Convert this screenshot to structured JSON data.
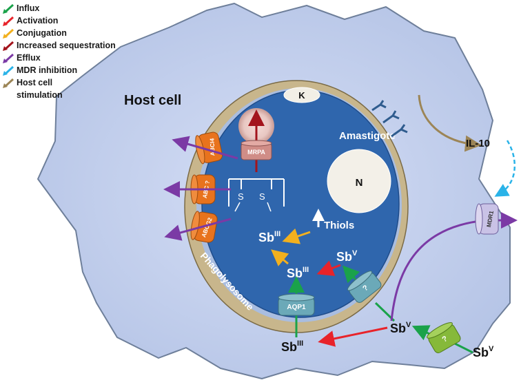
{
  "legend": {
    "items": [
      {
        "label": "Influx",
        "color": "#1aa24a"
      },
      {
        "label": "Activation",
        "color": "#e8232a"
      },
      {
        "label": "Conjugation",
        "color": "#f2b01e"
      },
      {
        "label": "Increased sequestration",
        "color": "#a3141c"
      },
      {
        "label": "Efflux",
        "color": "#7b3aa5"
      },
      {
        "label": "MDR inhibition",
        "color": "#2ab3e8"
      }
    ],
    "last_item": {
      "line1": "Host cell",
      "line2": "stimulation",
      "color": "#9c8556"
    }
  },
  "labels": {
    "host_cell": "Host cell",
    "amastigote": "Amastigote",
    "phagolysosome": "Phagolysosome",
    "kinetoplast": "K",
    "nucleus": "N",
    "il10": "IL-10",
    "thiols": "Thiols",
    "mrpa": "MRPA",
    "mdr1": "MDR1",
    "abci4": "ABCI4",
    "abc_unknown": "ABC ?",
    "abcg2": "ABCG2",
    "aqp1": "AQP1",
    "unknown_transporter": "?",
    "s_left": "S",
    "s_right": "S",
    "sb_base": "Sb",
    "sup_iii": "III",
    "sup_v": "V"
  },
  "colors": {
    "host_fill": "#c2cfec",
    "host_stroke": "#6e7f9a",
    "phago_fill": "#c8b68c",
    "amastigote_fill": "#2f66ad",
    "abc_orange": "#e8731d",
    "teal_transporter": "#6ba9b8",
    "green_transporter": "#86b93a"
  }
}
